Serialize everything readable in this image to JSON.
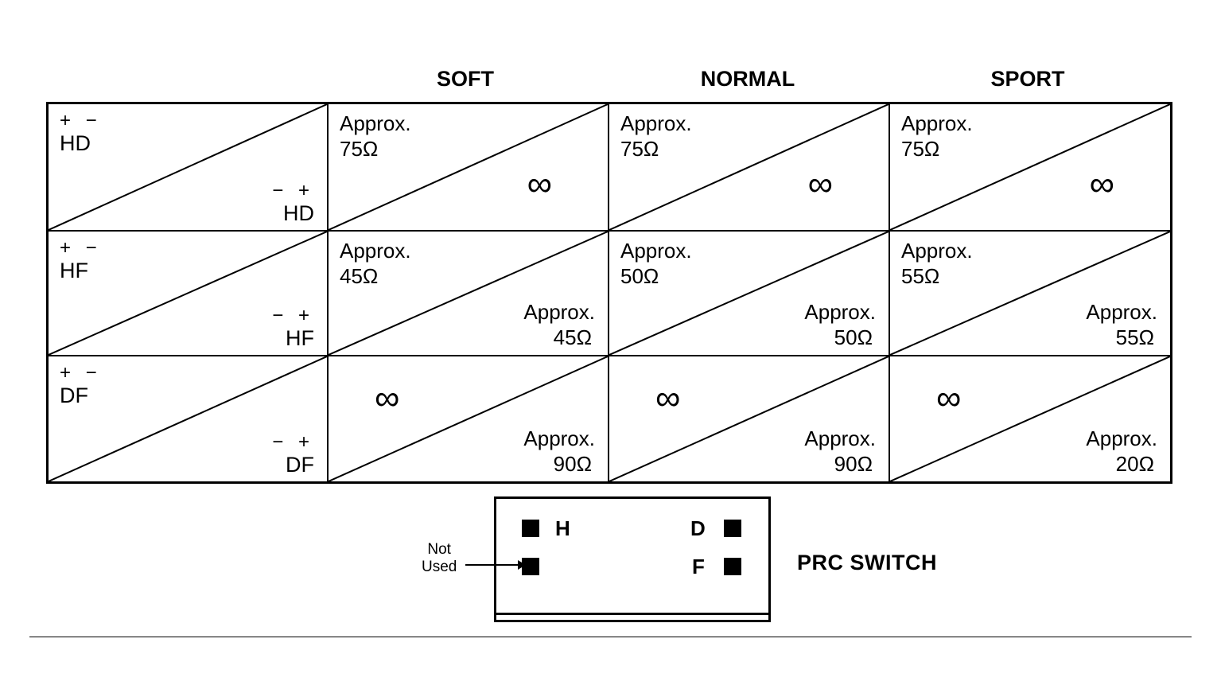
{
  "columns": [
    "SOFT",
    "NORMAL",
    "SPORT"
  ],
  "rows": [
    {
      "label": "HD",
      "top_signs": "+ −",
      "bottom_signs": "− +",
      "cells": [
        {
          "top": {
            "prefix": "Approx.",
            "value": "75"
          },
          "bottom": {
            "infinity": true
          }
        },
        {
          "top": {
            "prefix": "Approx.",
            "value": "75"
          },
          "bottom": {
            "infinity": true
          }
        },
        {
          "top": {
            "prefix": "Approx.",
            "value": "75"
          },
          "bottom": {
            "infinity": true
          }
        }
      ]
    },
    {
      "label": "HF",
      "top_signs": "+ −",
      "bottom_signs": "− +",
      "cells": [
        {
          "top": {
            "prefix": "Approx.",
            "value": "45"
          },
          "bottom": {
            "prefix": "Approx.",
            "value": "45"
          }
        },
        {
          "top": {
            "prefix": "Approx.",
            "value": "50"
          },
          "bottom": {
            "prefix": "Approx.",
            "value": "50"
          }
        },
        {
          "top": {
            "prefix": "Approx.",
            "value": "55"
          },
          "bottom": {
            "prefix": "Approx.",
            "value": "55"
          }
        }
      ]
    },
    {
      "label": "DF",
      "top_signs": "+ −",
      "bottom_signs": "− +",
      "cells": [
        {
          "top": {
            "infinity": true
          },
          "bottom": {
            "prefix": "Approx.",
            "value": "90"
          }
        },
        {
          "top": {
            "infinity": true
          },
          "bottom": {
            "prefix": "Approx.",
            "value": "90"
          }
        },
        {
          "top": {
            "infinity": true
          },
          "bottom": {
            "prefix": "Approx.",
            "value": "20"
          }
        }
      ]
    }
  ],
  "omega_symbol": "Ω",
  "infinity_symbol": "∞",
  "switch": {
    "title": "PRC SWITCH",
    "labels": {
      "h": "H",
      "d": "D",
      "f": "F"
    },
    "note_line1": "Not",
    "note_line2": "Used"
  }
}
